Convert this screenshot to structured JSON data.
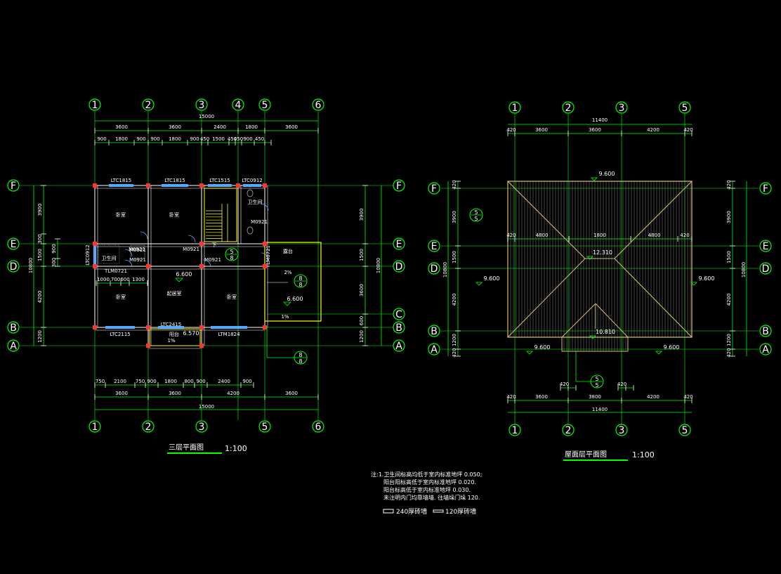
{
  "colors": {
    "background": "#000000",
    "axis_line": "#00ff00",
    "dimension": "#ffffff",
    "wall": "#ffffff",
    "column": "#ff3333",
    "window": "#55aaff",
    "stair": "#ffff00",
    "roof": "#d4c070",
    "annotation": "#ffffff"
  },
  "plan_left": {
    "title": "三层平面图",
    "scale": "1:100",
    "axes_x": [
      "1",
      "2",
      "3",
      "4",
      "5",
      "6"
    ],
    "axes_x_bottom": [
      "1",
      "2",
      "3",
      "5",
      "6"
    ],
    "axes_y": [
      "F",
      "E",
      "D",
      "C",
      "B",
      "A"
    ],
    "axes_y_left": [
      "F",
      "E",
      "D",
      "B",
      "A"
    ],
    "total_width": "15000",
    "top_dims_1": [
      "3600",
      "3600",
      "2400",
      "1800",
      "3600"
    ],
    "top_dims_2": [
      "900",
      "1800",
      "900",
      "900",
      "1800",
      "900",
      "450",
      "1500",
      "450",
      "450",
      "900",
      "450"
    ],
    "bottom_dims_1": [
      "750",
      "2100",
      "750",
      "900",
      "1800",
      "800",
      "900",
      "2400",
      "900"
    ],
    "bottom_dims_2": [
      "3600",
      "3600",
      "4200",
      "3600"
    ],
    "left_total": "10800",
    "left_dims": [
      "3900",
      "300",
      "1500",
      "300",
      "900",
      "4200",
      "1200"
    ],
    "right_total": "10800",
    "right_dims": [
      "3900",
      "1500",
      "3600",
      "600",
      "1200"
    ],
    "windows": [
      "LTC1815",
      "LTC1815",
      "LTC1515",
      "LTC0912",
      "LTC2115",
      "LTM1824",
      "LTC2415",
      "LTC0912"
    ],
    "doors": [
      "M0921",
      "M0921",
      "M0921",
      "M0921",
      "M0921",
      "M0921",
      "TLM0721"
    ],
    "rooms": [
      "卧室",
      "卧室",
      "卧室",
      "卫生间",
      "卫生间",
      "起居室",
      "卧室",
      "露台",
      "阳台"
    ],
    "elevations": [
      "6.600",
      "6.600",
      "6.570"
    ],
    "slopes": [
      "2%",
      "1%",
      "1%"
    ],
    "misc_dims": [
      "1000",
      "700",
      "600",
      "1300"
    ],
    "stair_label": "下",
    "section_marks": [
      "5",
      "8",
      "8",
      "8"
    ]
  },
  "plan_right": {
    "title": "屋面层平面图",
    "scale": "1:100",
    "axes_x": [
      "1",
      "2",
      "3",
      "5"
    ],
    "axes_y": [
      "F",
      "E",
      "D",
      "B",
      "A"
    ],
    "total_width": "11400",
    "top_dims": [
      "420",
      "3600",
      "3600",
      "4200",
      "420"
    ],
    "bottom_dims": [
      "420",
      "3600",
      "3800",
      "4200",
      "420"
    ],
    "eave_dims": [
      "420",
      "4800",
      "1800",
      "4800",
      "420"
    ],
    "bottom_small_dims": [
      "420",
      "420"
    ],
    "left_total": "10800",
    "left_dims": [
      "420",
      "3900",
      "1500",
      "4200",
      "1200",
      "420"
    ],
    "right_total": "10800",
    "right_dims": [
      "420",
      "3900",
      "1500",
      "4200",
      "1200",
      "420"
    ],
    "elevations": [
      "9.600",
      "12.310",
      "9.600",
      "9.600",
      "10.810",
      "9.600",
      "9.600"
    ],
    "section_marks": [
      "5",
      "5"
    ]
  },
  "notes": {
    "lines": [
      "注:1.卫生间标高均低于室内标准地坪 0.050;",
      "阳台阳标高低于室内标准地坪 0.020.",
      "阳台标高低于室内标准地坪 0.030.",
      "未注明内门均靠墙墙. 往墙垛门垛 120."
    ],
    "legend_240": "240厚砖墙",
    "legend_120": "120厚砖墙"
  }
}
